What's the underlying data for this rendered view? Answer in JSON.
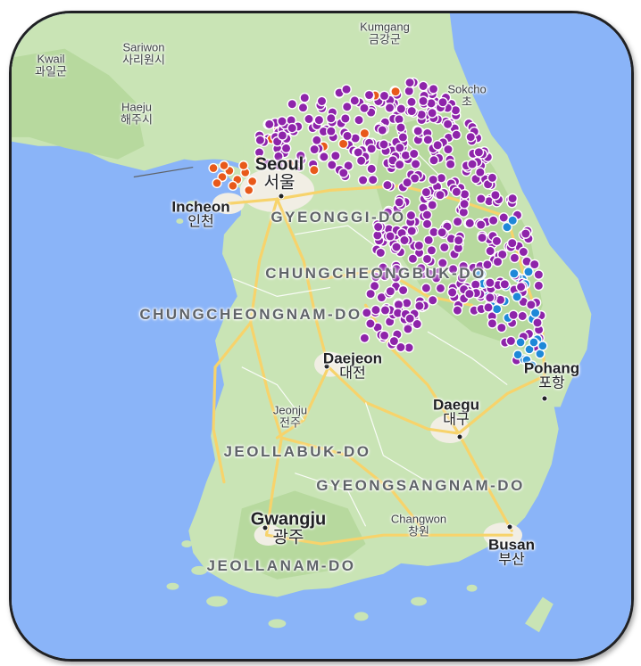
{
  "colors": {
    "sea": "#8ab4f8",
    "land": "#c9e4b5",
    "land_dark": "#b7d99e",
    "urban": "#f1eee4",
    "road": "#f7d36b",
    "marker_purple": "#8e24aa",
    "marker_orange": "#e8591a",
    "marker_blue": "#1e88d8"
  },
  "cities": [
    {
      "id": "kumgang",
      "en": "Kumgang",
      "ko": "금강군"
    },
    {
      "id": "sariwon",
      "en": "Sariwon",
      "ko": "사리원시"
    },
    {
      "id": "kwail",
      "en": "Kwail",
      "ko": "과일군"
    },
    {
      "id": "haeju",
      "en": "Haeju",
      "ko": "해주시"
    },
    {
      "id": "sokcho",
      "en": "Sokcho",
      "ko": "초"
    },
    {
      "id": "seoul",
      "en": "Seoul",
      "ko": "서울"
    },
    {
      "id": "incheon",
      "en": "Incheon",
      "ko": "인천"
    },
    {
      "id": "daejeon",
      "en": "Daejeon",
      "ko": "대전"
    },
    {
      "id": "pohang",
      "en": "Pohang",
      "ko": "포항"
    },
    {
      "id": "jeonju",
      "en": "Jeonju",
      "ko": "전주"
    },
    {
      "id": "daegu",
      "en": "Daegu",
      "ko": "대구"
    },
    {
      "id": "gwangju",
      "en": "Gwangju",
      "ko": "광주"
    },
    {
      "id": "changwon",
      "en": "Changwon",
      "ko": "창원"
    },
    {
      "id": "busan",
      "en": "Busan",
      "ko": "부산"
    }
  ],
  "regions": [
    {
      "id": "gyeonggi",
      "label": "GYEONGGI-DO"
    },
    {
      "id": "chungbuk",
      "label": "CHUNGCHEONGBUK-DO"
    },
    {
      "id": "chungnam",
      "label": "CHUNGCHEONGNAM-DO"
    },
    {
      "id": "jeonbuk",
      "label": "JEOLLABUK-DO"
    },
    {
      "id": "gyeongnam",
      "label": "GYEONGSANGNAM-DO"
    },
    {
      "id": "jeonnam",
      "label": "JEOLLANAM-DO"
    }
  ]
}
